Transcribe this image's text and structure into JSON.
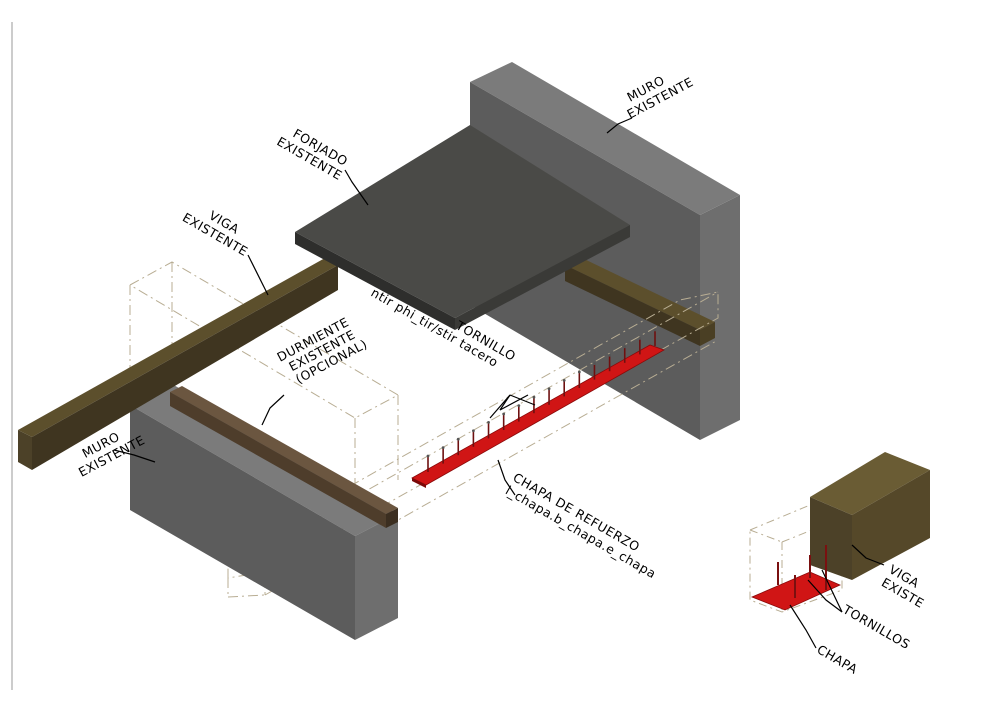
{
  "labels": {
    "muro_top_1": "MURO",
    "muro_top_2": "EXISTENTE",
    "forjado_1": "FORJADO",
    "forjado_2": "EXISTENTE",
    "viga_1": "VIGA",
    "viga_2": "EXISTENTE",
    "durmiente_1": "DURMIENTE",
    "durmiente_2": "EXISTENTE",
    "durmiente_3": "(OPCIONAL)",
    "muro_left_1": "MURO",
    "muro_left_2": "EXISTENTE",
    "tornillo_1": "TORNILLO",
    "tornillo_2": "ntir phi_tir/stir tacero",
    "chapa_ref_1": "CHAPA DE REFUERZO",
    "chapa_ref_2": "l_chapa.b_chapa.e_chapa",
    "viga_detail_1": "VIGA",
    "viga_detail_2": "EXISTE",
    "tornillos": "TORNILLOS",
    "chapa": "CHAPA"
  },
  "colors": {
    "wall_front": "#5f5f5f",
    "wall_side": "#6c6c6c",
    "wall_top": "#7a7a7a",
    "slab_top": "#4a4a47",
    "slab_edge": "#2e2e2c",
    "beam_top": "#5c4f2c",
    "beam_side": "#3f3520",
    "sill": "#4e3d2b",
    "plate": "#d01515",
    "ghost": "#b8ad93"
  }
}
